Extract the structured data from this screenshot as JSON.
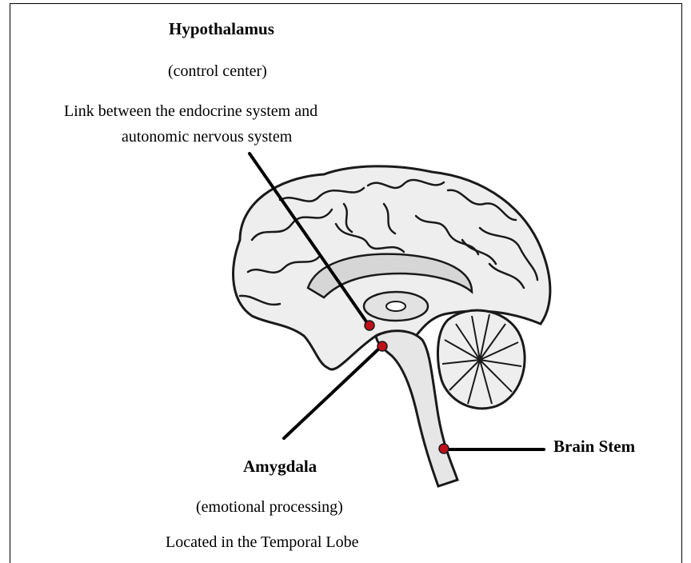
{
  "hypothalamus": {
    "title": "Hypothalamus",
    "subtitle": "(control center)",
    "description_line1": "Link between the endocrine system and",
    "description_line2": "autonomic nervous system",
    "marker_color": "#c0101a"
  },
  "amygdala": {
    "title": "Amygdala",
    "subtitle": "(emotional processing)",
    "location": "Located in the Temporal Lobe",
    "marker_color": "#c0101a"
  },
  "brain_stem": {
    "title": "Brain Stem",
    "marker_color": "#c0101a"
  },
  "colors": {
    "brain_fill": "#eeeeee",
    "brain_stroke": "#1a1a1a",
    "inner_shade": "#cfcfcf",
    "leader_line": "#000000"
  }
}
